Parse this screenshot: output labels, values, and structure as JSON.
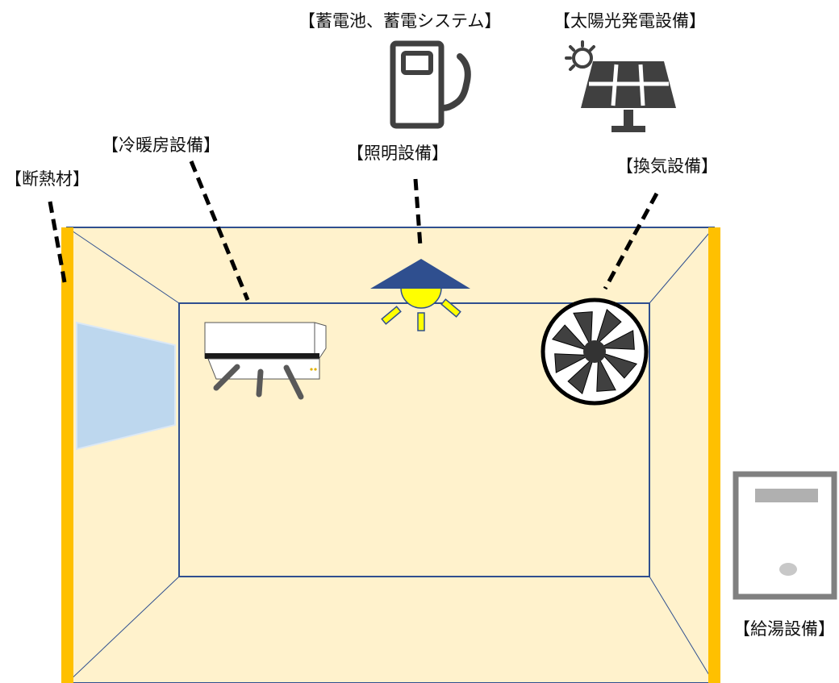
{
  "labels": {
    "battery": "【蓄電池、蓄電システム】",
    "solar": "【太陽光発電設備】",
    "hvac": "【冷暖房設備】",
    "lighting": "【照明設備】",
    "ventilation": "【換気設備】",
    "insulation": "【断熱材】",
    "water_heater": "【給湯設備】"
  },
  "colors": {
    "room_fill": "#fff2cc",
    "room_line": "#2f4f8f",
    "insulation": "#ffc000",
    "window": "#bdd7ee",
    "lamp_shade": "#2f4f8f",
    "bulb": "#ffff00",
    "icon_gray": "#404040",
    "fan_blade": "#404040"
  },
  "icons": [
    "battery-icon",
    "solar-panel-icon",
    "air-conditioner-icon",
    "lamp-icon",
    "ventilation-fan-icon",
    "water-heater-icon"
  ]
}
